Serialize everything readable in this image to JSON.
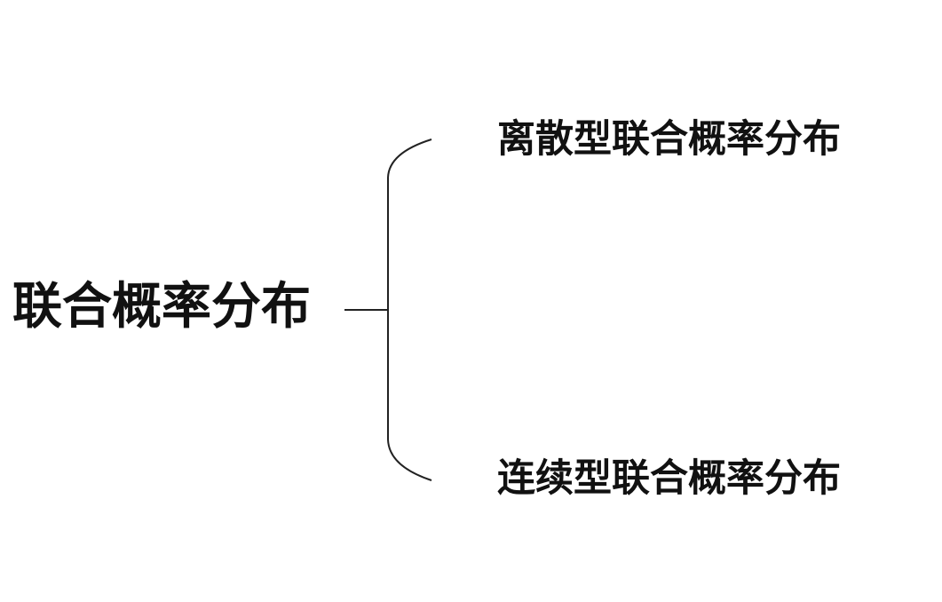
{
  "diagram": {
    "root": "联合概率分布",
    "children": [
      "离散型联合概率分布",
      "连续型联合概率分布"
    ]
  },
  "colors": {
    "text": "#111111",
    "line": "#222222",
    "background": "#ffffff"
  }
}
